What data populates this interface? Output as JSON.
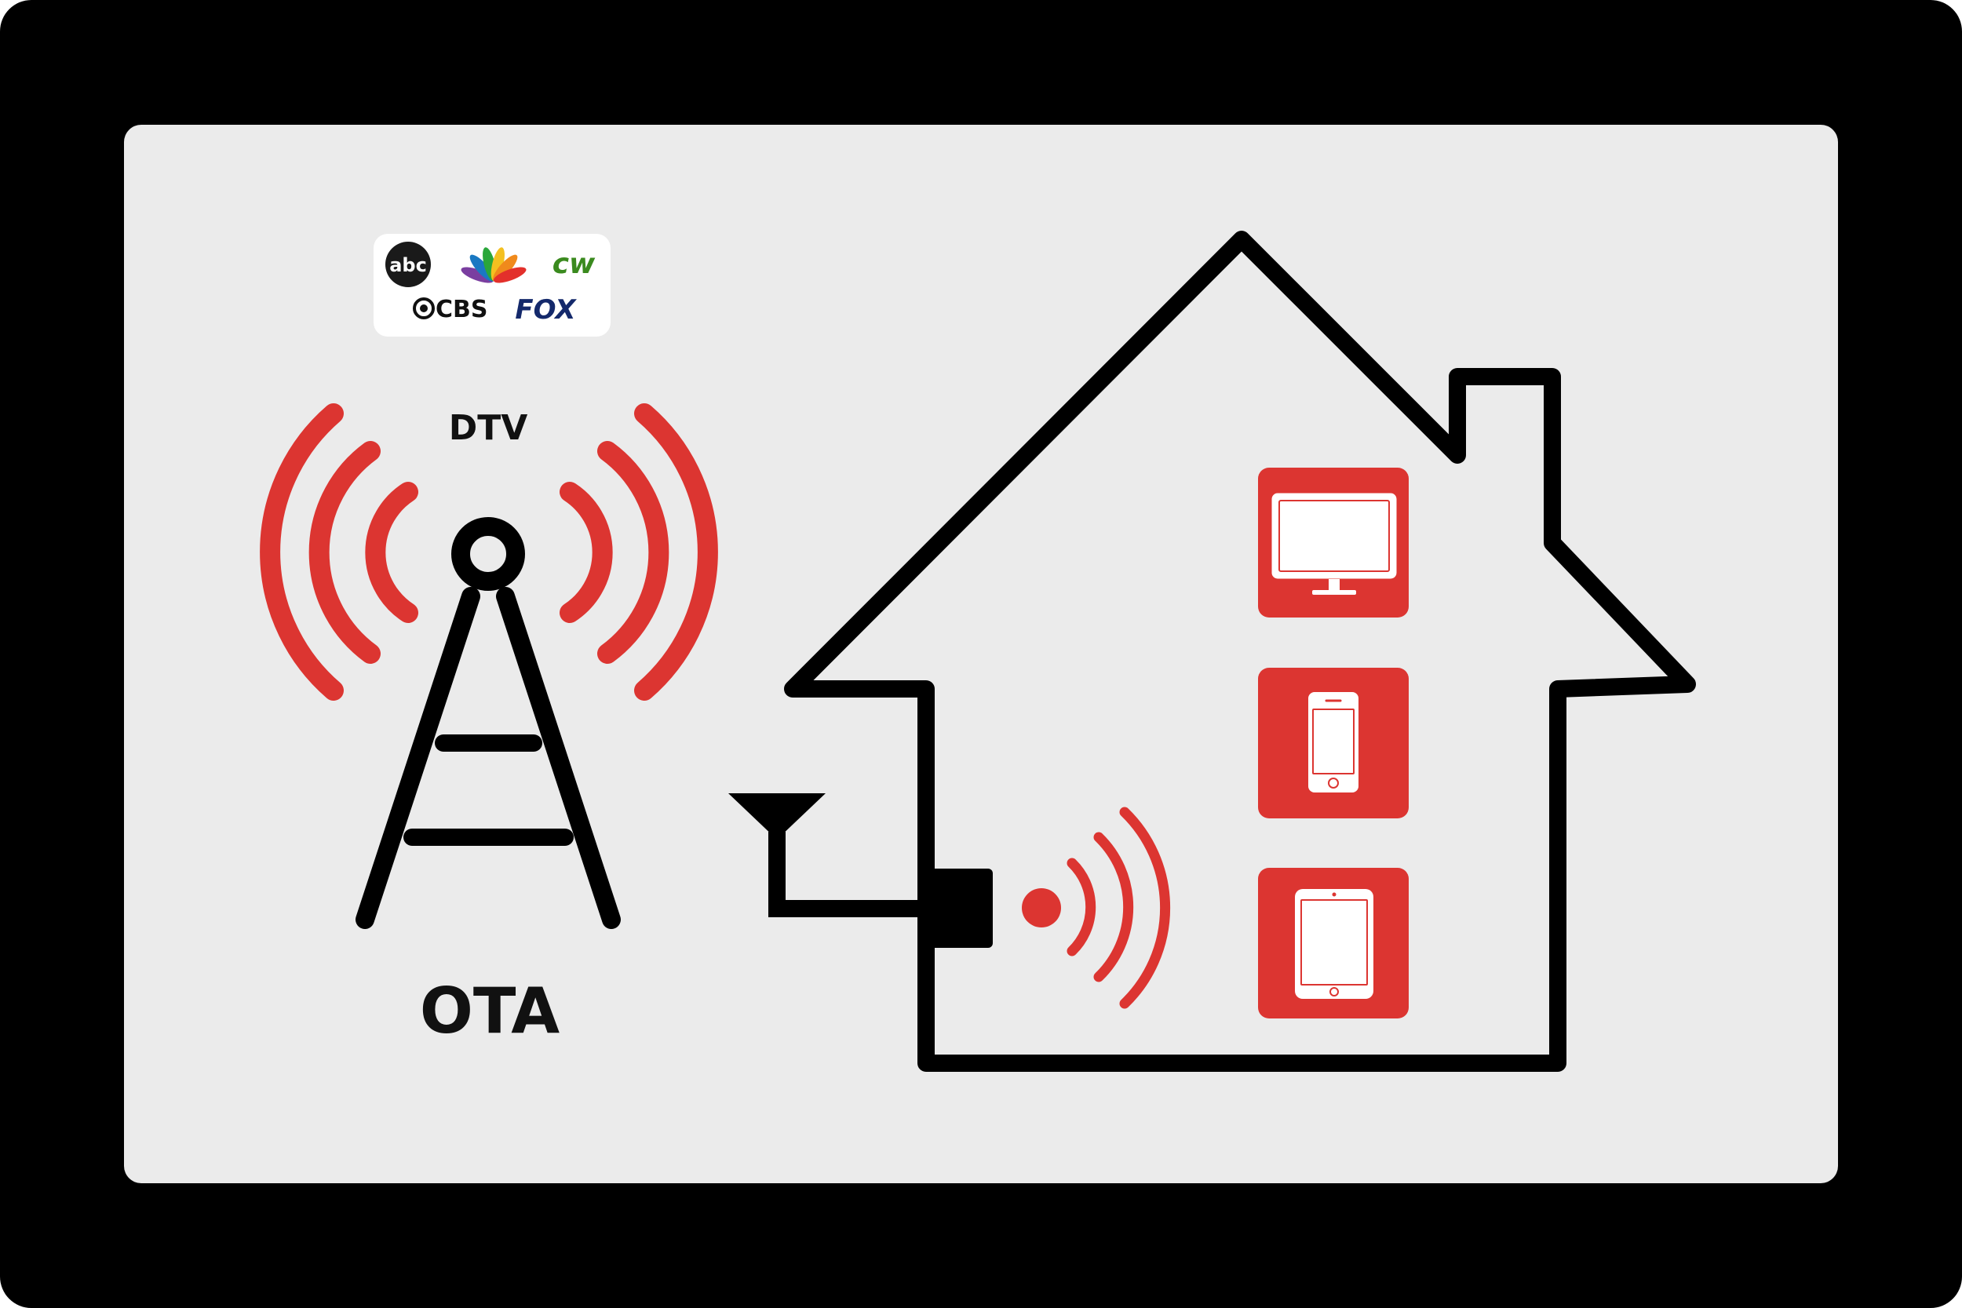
{
  "labels": {
    "top": "DTV",
    "bottom": "OTA"
  },
  "networks": {
    "abc": "abc",
    "cw": "cw",
    "cbs": "CBS",
    "fox": "FOX"
  },
  "colors": {
    "frame": "#000000",
    "panel": "#ebebeb",
    "signal_red": "#dc3531",
    "line": "#000000",
    "device_screen": "#ffffff",
    "cw_green": "#3a8a1e",
    "fox_blue": "#14296b"
  },
  "devices": [
    {
      "icon": "tv-icon"
    },
    {
      "icon": "smartphone-icon"
    },
    {
      "icon": "tablet-icon"
    }
  ]
}
